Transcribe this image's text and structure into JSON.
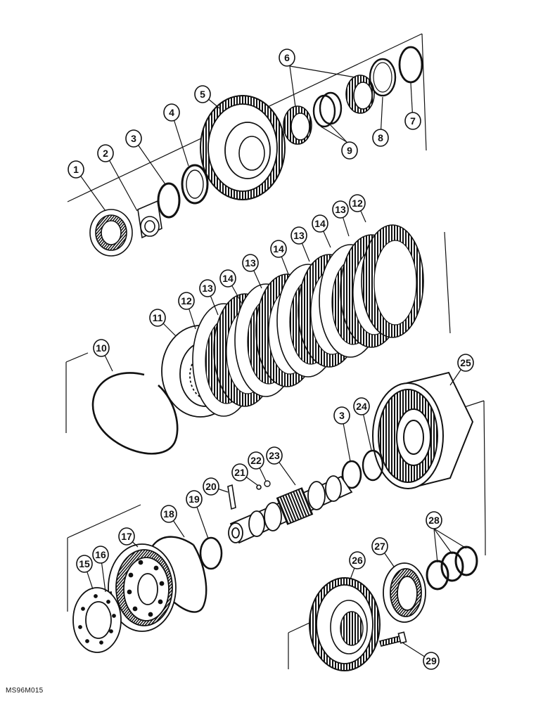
{
  "figure_code": "MS96M015",
  "callouts": [
    {
      "id": "c1",
      "label": "1"
    },
    {
      "id": "c2",
      "label": "2"
    },
    {
      "id": "c3a",
      "label": "3"
    },
    {
      "id": "c4",
      "label": "4"
    },
    {
      "id": "c5",
      "label": "5"
    },
    {
      "id": "c6",
      "label": "6"
    },
    {
      "id": "c7",
      "label": "7"
    },
    {
      "id": "c8",
      "label": "8"
    },
    {
      "id": "c9",
      "label": "9"
    },
    {
      "id": "c10",
      "label": "10"
    },
    {
      "id": "c11",
      "label": "11"
    },
    {
      "id": "c12a",
      "label": "12"
    },
    {
      "id": "c13a",
      "label": "13"
    },
    {
      "id": "c14a",
      "label": "14"
    },
    {
      "id": "c13b",
      "label": "13"
    },
    {
      "id": "c14b",
      "label": "14"
    },
    {
      "id": "c13c",
      "label": "13"
    },
    {
      "id": "c14c",
      "label": "14"
    },
    {
      "id": "c13d",
      "label": "13"
    },
    {
      "id": "c12b",
      "label": "12"
    },
    {
      "id": "c25",
      "label": "25"
    },
    {
      "id": "c3b",
      "label": "3"
    },
    {
      "id": "c24",
      "label": "24"
    },
    {
      "id": "c23",
      "label": "23"
    },
    {
      "id": "c22",
      "label": "22"
    },
    {
      "id": "c21",
      "label": "21"
    },
    {
      "id": "c20",
      "label": "20"
    },
    {
      "id": "c19",
      "label": "19"
    },
    {
      "id": "c18",
      "label": "18"
    },
    {
      "id": "c17",
      "label": "17"
    },
    {
      "id": "c16",
      "label": "16"
    },
    {
      "id": "c15",
      "label": "15"
    },
    {
      "id": "c28",
      "label": "28"
    },
    {
      "id": "c26",
      "label": "26"
    },
    {
      "id": "c27",
      "label": "27"
    },
    {
      "id": "c29",
      "label": "29"
    }
  ]
}
